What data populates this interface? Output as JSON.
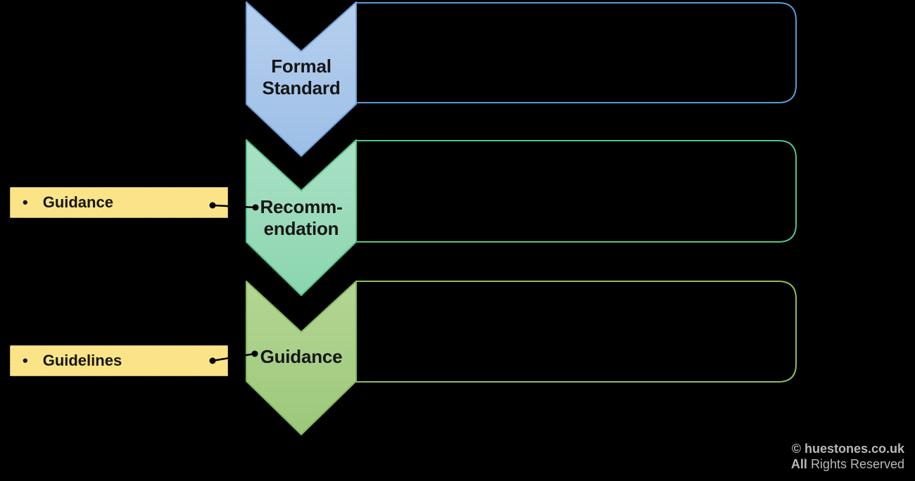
{
  "page": {
    "background": "#000000"
  },
  "diagram": {
    "steps": [
      {
        "label": "Formal\nStandard",
        "chevron_fill_top": "#b7cfee",
        "chevron_fill_bottom": "#9cbfe6",
        "chevron_border": "#6f9ed8",
        "panel_border": "#5b9bd5"
      },
      {
        "label": "Recomm-\nendation",
        "chevron_fill_top": "#a9e1c5",
        "chevron_fill_bottom": "#8cd5b0",
        "chevron_border": "#55c18b",
        "panel_border": "#52c38a"
      },
      {
        "label": "Guidance",
        "chevron_fill_top": "#b4d694",
        "chevron_fill_bottom": "#9cc87a",
        "chevron_border": "#85b95c",
        "panel_border": "#8ebd5a"
      }
    ],
    "callouts": [
      {
        "bullet": "•",
        "label": "Guidance",
        "fill": "#fae487"
      },
      {
        "bullet": "•",
        "label": "Guidelines",
        "fill": "#fae487"
      }
    ],
    "connector_color": "#000000"
  },
  "footer": {
    "copyright": "© huestones.co.uk",
    "rights_lead": "All",
    "rights_rest": "Rights Reserved"
  }
}
